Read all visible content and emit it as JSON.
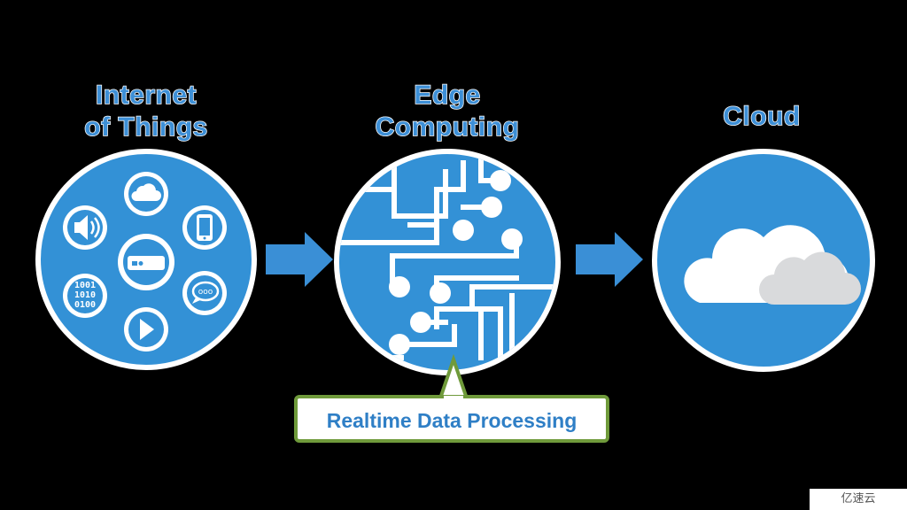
{
  "titles": {
    "iot_line1": "Internet",
    "iot_line2": "of Things",
    "edge_line1": "Edge",
    "edge_line2": "Computing",
    "cloud": "Cloud"
  },
  "iot_icons": {
    "binary_line1": "1001",
    "binary_line2": "1010",
    "binary_line3": "0100",
    "chat": "ooo"
  },
  "callout": {
    "label": "Realtime Data Processing"
  },
  "watermark": {
    "text": "亿速云"
  },
  "colors": {
    "primary_blue": "#3391d6",
    "arrow_blue": "#3a8fd6",
    "callout_border": "#6f9a3b",
    "background": "#000000"
  },
  "icons": [
    "cloud-icon",
    "speaker-icon",
    "smartphone-icon",
    "router-icon",
    "chat-bubble-icon",
    "binary-data-icon",
    "play-icon",
    "circuit-icon",
    "cloud-pair-icon",
    "arrow-right-icon"
  ]
}
